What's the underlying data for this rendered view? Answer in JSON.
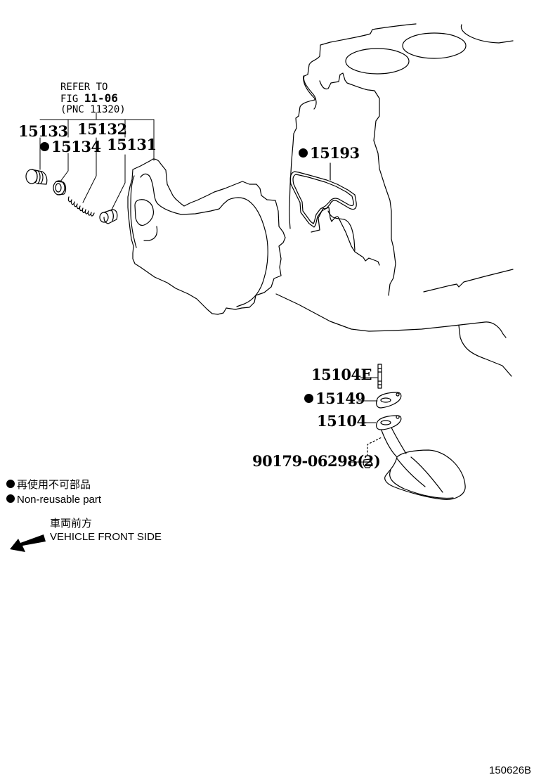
{
  "diagram": {
    "reference": {
      "line1": "REFER TO",
      "line2_prefix": "FIG",
      "line2_number": "11-06",
      "line3": "(PNC 11320)"
    },
    "callouts": [
      {
        "id": "15133",
        "label": "15133",
        "non_reusable": false
      },
      {
        "id": "15132",
        "label": "15132",
        "non_reusable": false
      },
      {
        "id": "15134",
        "label": "15134",
        "non_reusable": true
      },
      {
        "id": "15131",
        "label": "15131",
        "non_reusable": false
      },
      {
        "id": "15193",
        "label": "15193",
        "non_reusable": true
      },
      {
        "id": "15104E",
        "label": "15104E",
        "non_reusable": false
      },
      {
        "id": "15149",
        "label": "15149",
        "non_reusable": true
      },
      {
        "id": "15104",
        "label": "15104",
        "non_reusable": false
      },
      {
        "id": "90179-06298",
        "label": "90179-06298(2)",
        "non_reusable": false
      }
    ],
    "legend": {
      "non_reusable_jp": "再使用不可部品",
      "non_reusable_en": "Non-reusable part",
      "direction_jp": "車両前方",
      "direction_en": "VEHICLE FRONT SIDE",
      "arrow_icon": "arrow-left-icon"
    },
    "figure_id": "150626B"
  }
}
